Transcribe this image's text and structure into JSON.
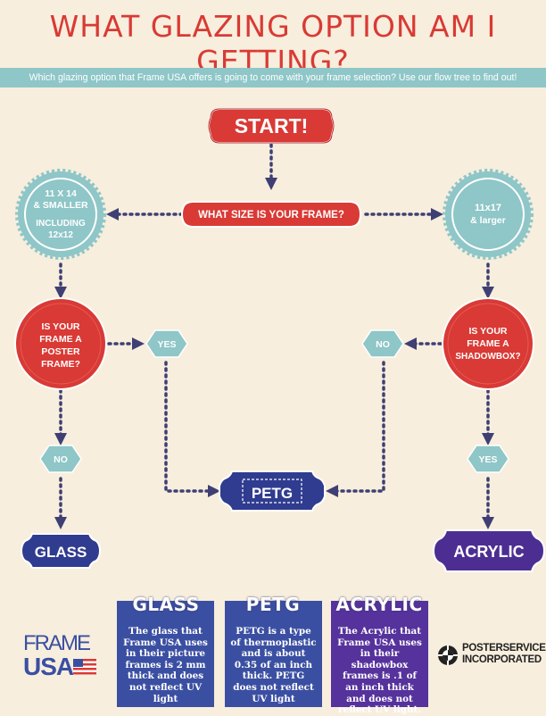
{
  "header": {
    "title": "WHAT GLAZING OPTION AM I GETTING?",
    "subtitle": "Which glazing option that Frame USA offers is going to come with your frame selection? Use our flow tree to find out!"
  },
  "nodes": {
    "start": "START!",
    "size_question": "WHAT SIZE IS YOUR FRAME?",
    "small_line1": "11 X 14",
    "small_line2": "& SMALLER",
    "small_line3": "INCLUDING",
    "small_line4": "12x12",
    "large_line1": "11x17",
    "large_line2": "& larger",
    "poster_line1": "IS YOUR",
    "poster_line2": "FRAME A",
    "poster_line3": "POSTER",
    "poster_line4": "FRAME?",
    "shadow_line1": "IS YOUR",
    "shadow_line2": "FRAME A",
    "shadow_line3": "SHADOWBOX?",
    "yes_left": "YES",
    "no_left": "NO",
    "no_right": "NO",
    "yes_right": "YES",
    "petg": "PETG",
    "glass": "GLASS",
    "acrylic": "ACRYLIC"
  },
  "columns": {
    "glass_title": "GLASS",
    "glass_body": "The glass that Frame USA uses in their picture frames is 2 mm thick and does not reflect UV light",
    "petg_title": "PETG",
    "petg_body": "PETG is a type of thermoplastic and is about 0.35 of an inch thick. PETG does not reflect UV light",
    "acrylic_title": "ACRYLIC",
    "acrylic_body": "The Acrylic that Frame USA uses in their shadowbox frames is .1 of an inch thick and does not reflect UV light."
  },
  "logos": {
    "frameusa_line1": "FRAME",
    "frameusa_line2": "USA",
    "posterservice_line1": "POSTERSERVICE",
    "posterservice_line2": "INCORPORATED"
  },
  "colors": {
    "background": "#f7eedd",
    "red": "#d93a35",
    "teal": "#8fc6c8",
    "navy": "#2f3c8f",
    "purple": "#4c2e92",
    "arrow": "#3f3f74"
  }
}
